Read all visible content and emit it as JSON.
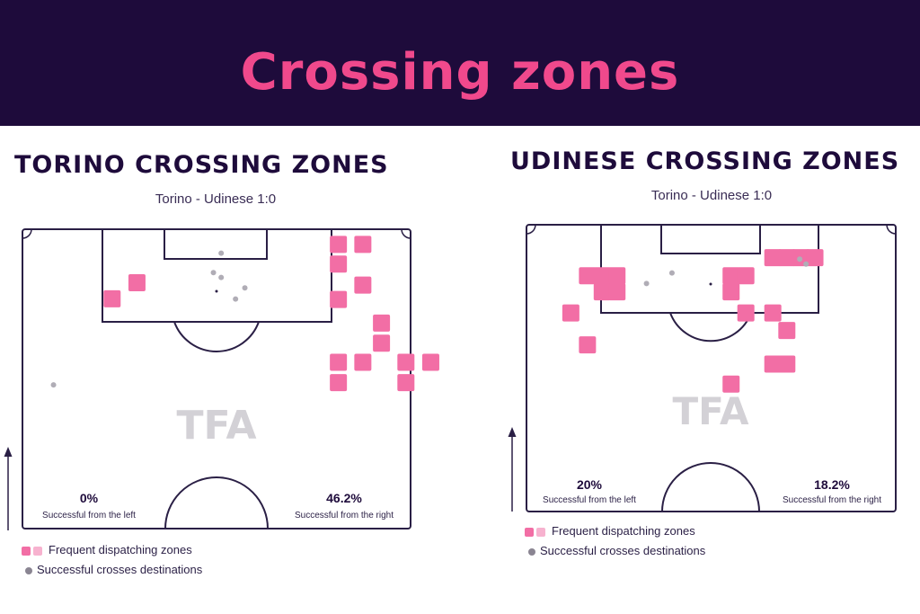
{
  "header": {
    "title": "Crossing zones"
  },
  "colors": {
    "banner_bg": "#1e0b3b",
    "accent": "#f0498c",
    "zone": "#f26ea5",
    "zone_light": "#f7b2cf",
    "dest": "#b0adb6",
    "line": "#2a1f45",
    "watermark": "#d3d1d6"
  },
  "watermark": "TFA",
  "legend": {
    "zones_label": "Frequent dispatching zones",
    "dest_label": "Successful crosses destinations"
  },
  "panels": [
    {
      "title": "TORINO CROSSING ZONES",
      "subtitle": "Torino - Udinese 1:0",
      "left_pct": "0%",
      "left_label": "Successful from the left",
      "right_pct": "46.2%",
      "right_label": "Successful from the right",
      "zones": [
        [
          0.792,
          0.022
        ],
        [
          0.855,
          0.022
        ],
        [
          0.792,
          0.088
        ],
        [
          0.855,
          0.158
        ],
        [
          0.792,
          0.206
        ],
        [
          0.273,
          0.15
        ],
        [
          0.209,
          0.204
        ],
        [
          0.903,
          0.285
        ],
        [
          0.903,
          0.352
        ],
        [
          0.792,
          0.416
        ],
        [
          0.855,
          0.416
        ],
        [
          0.966,
          0.416
        ],
        [
          1.03,
          0.416
        ],
        [
          0.792,
          0.484
        ],
        [
          0.966,
          0.484
        ]
      ],
      "dests": [
        [
          0.512,
          0.08
        ],
        [
          0.492,
          0.145
        ],
        [
          0.512,
          0.161
        ],
        [
          0.573,
          0.196
        ],
        [
          0.549,
          0.233
        ],
        [
          0.08,
          0.52
        ]
      ]
    },
    {
      "title": "UDINESE CROSSING ZONES",
      "subtitle": "Torino - Udinese 1:0",
      "left_pct": "20%",
      "left_label": "Successful from the left",
      "right_pct": "18.2%",
      "right_label": "Successful from the right",
      "zones": [
        [
          0.644,
          0.085
        ],
        [
          0.682,
          0.085
        ],
        [
          0.72,
          0.085
        ],
        [
          0.758,
          0.085
        ],
        [
          0.142,
          0.148
        ],
        [
          0.182,
          0.148
        ],
        [
          0.222,
          0.148
        ],
        [
          0.182,
          0.204
        ],
        [
          0.222,
          0.204
        ],
        [
          0.531,
          0.148
        ],
        [
          0.571,
          0.148
        ],
        [
          0.531,
          0.204
        ],
        [
          0.571,
          0.278
        ],
        [
          0.644,
          0.278
        ],
        [
          0.097,
          0.278
        ],
        [
          0.682,
          0.339
        ],
        [
          0.142,
          0.389
        ],
        [
          0.644,
          0.456
        ],
        [
          0.682,
          0.456
        ],
        [
          0.531,
          0.526
        ]
      ],
      "dests": [
        [
          0.757,
          0.137
        ],
        [
          0.394,
          0.168
        ],
        [
          0.325,
          0.205
        ],
        [
          0.74,
          0.12
        ]
      ]
    }
  ]
}
